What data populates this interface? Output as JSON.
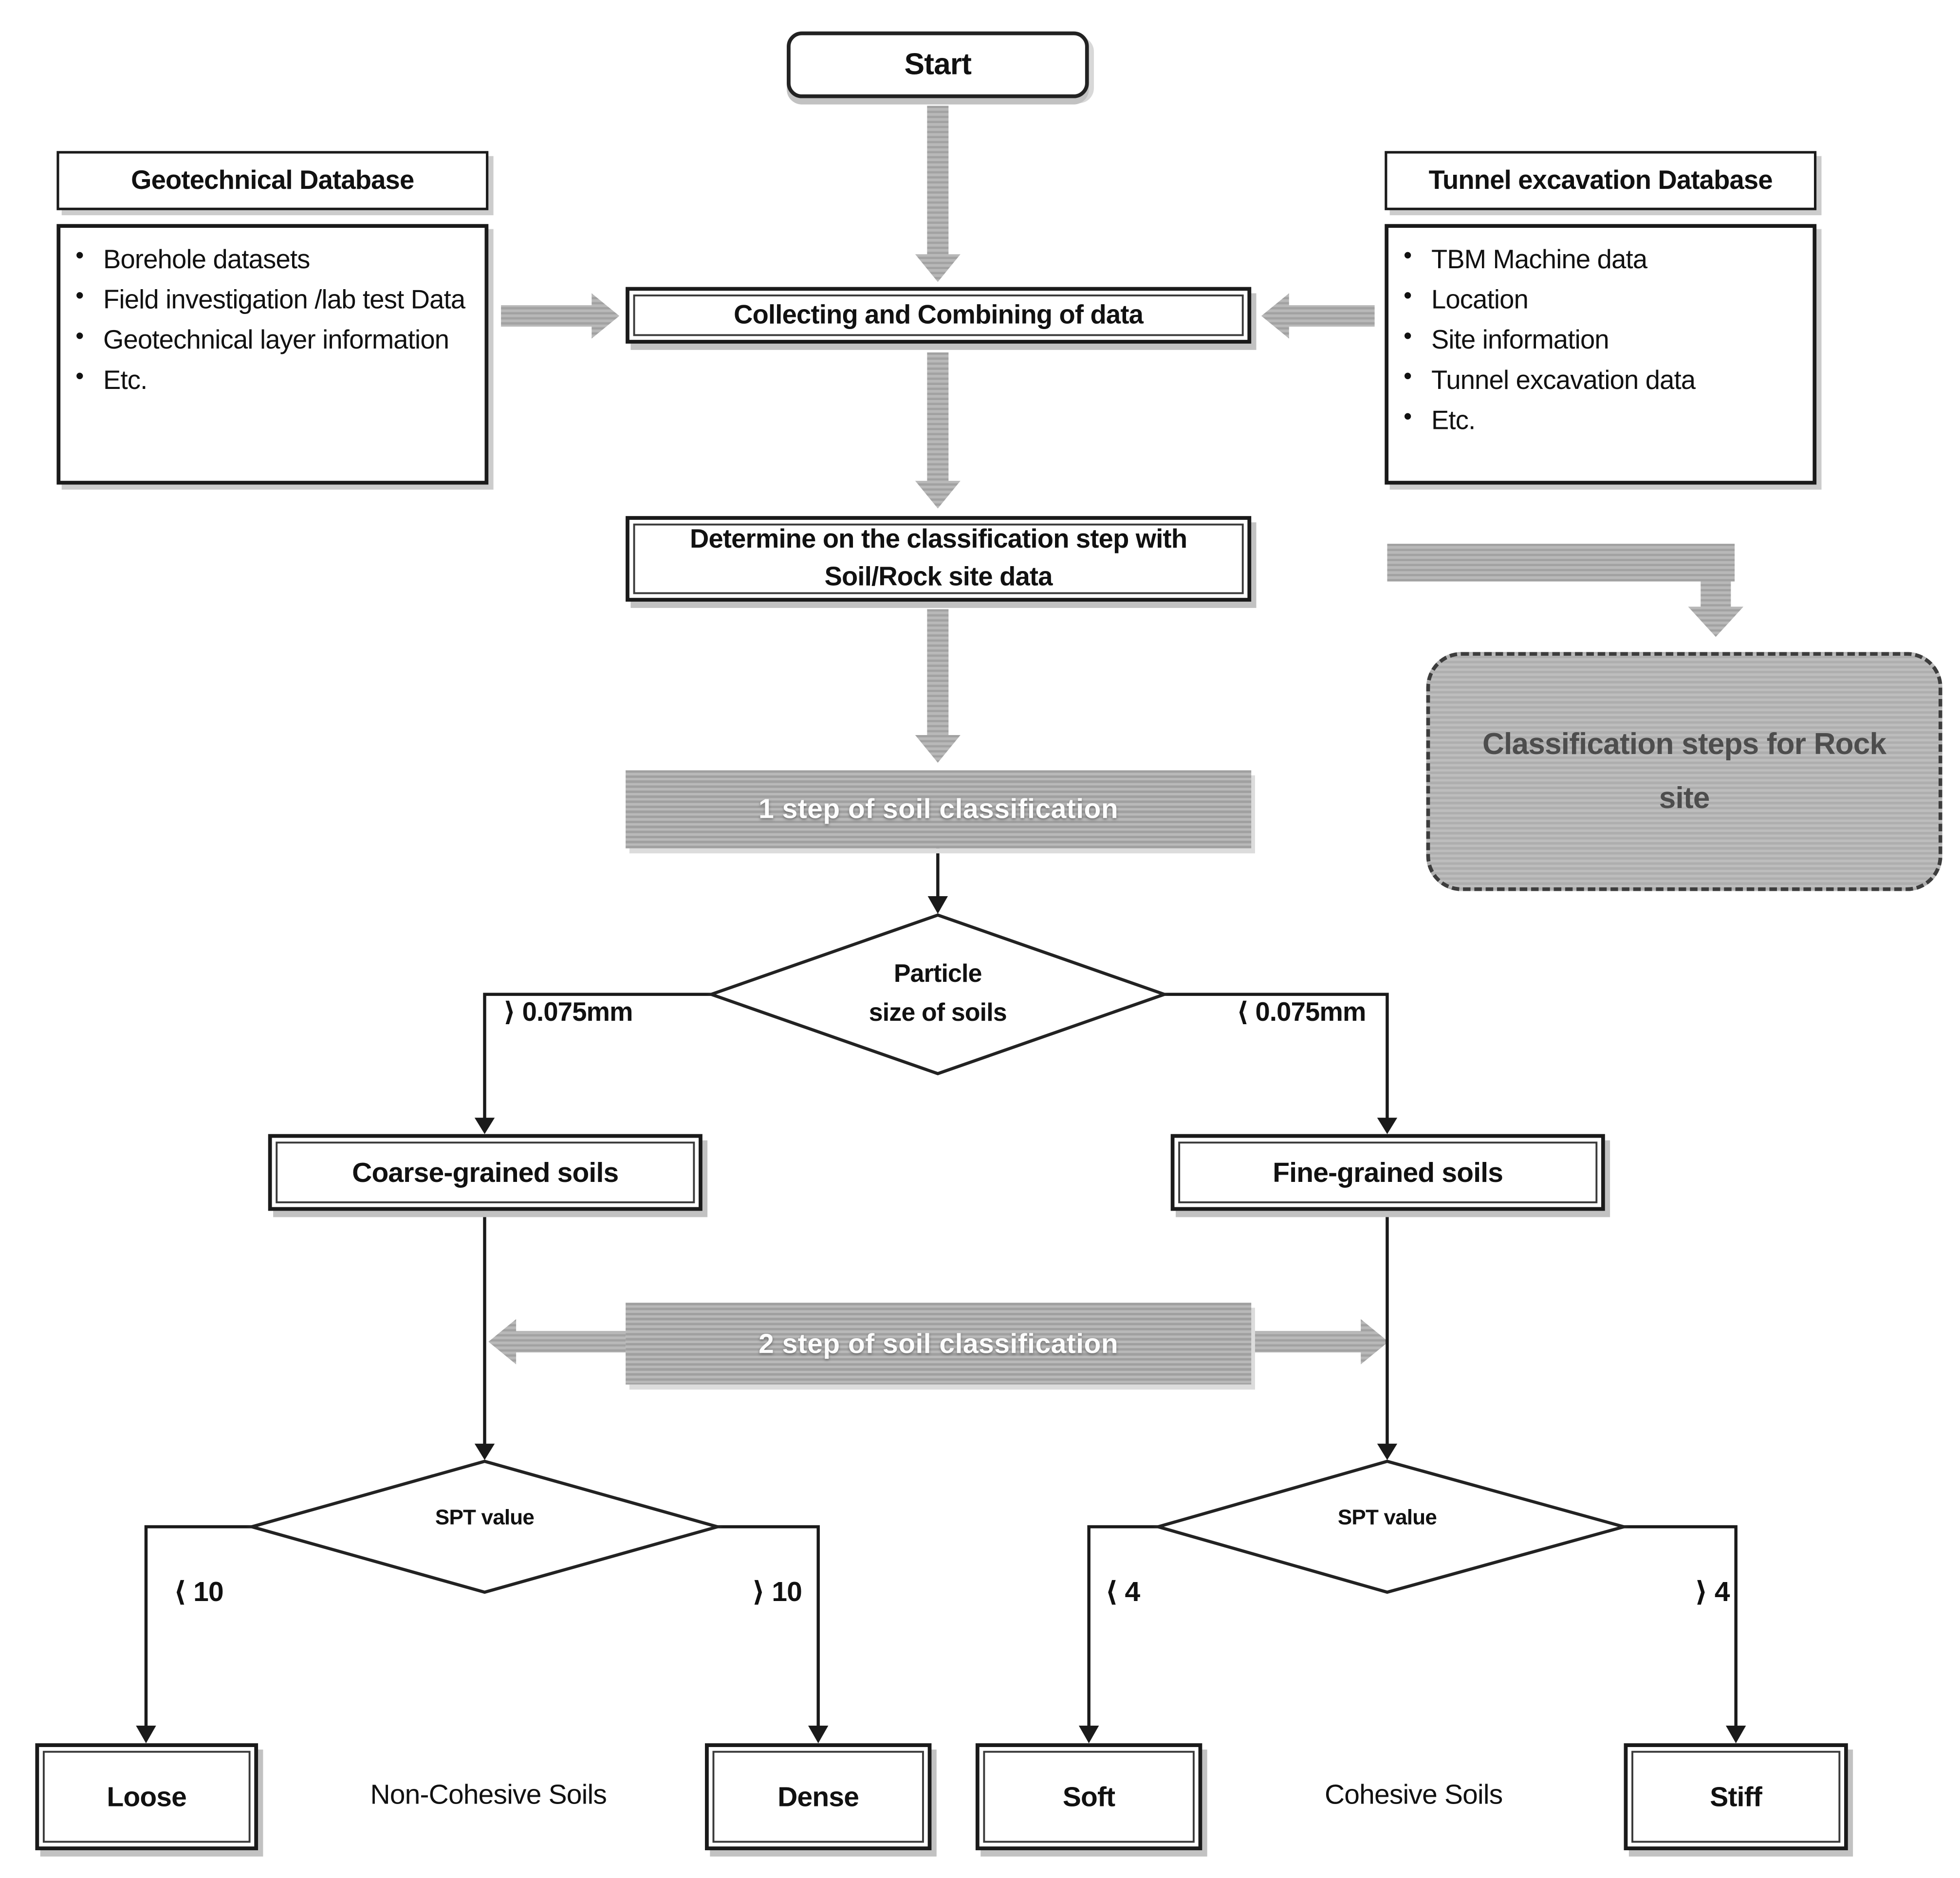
{
  "colors": {
    "line": "#1a1a1a",
    "gray_fill": "#ababab",
    "shadow": "#c2c2c2",
    "bar_text": "#fdfdfd",
    "rock_text": "#4d4d4d"
  },
  "flow": {
    "start": "Start",
    "db_left": {
      "title": "Geotechnical Database",
      "items": [
        "Borehole datasets",
        "Field investigation /lab test Data",
        "Geotechnical layer information",
        "Etc."
      ]
    },
    "db_right": {
      "title": "Tunnel excavation Database",
      "items": [
        "TBM Machine data",
        "Location",
        "Site information",
        "Tunnel excavation data",
        "Etc."
      ]
    },
    "collect": "Collecting and Combining of data",
    "determine": "Determine on the classification step with Soil/Rock site data",
    "step1": "1 step of soil classification",
    "rock_branch": "Classification steps for Rock site",
    "particle": {
      "line1": "Particle",
      "line2": "size of soils"
    },
    "branch_gt_0075": "⟩ 0.075mm",
    "branch_lt_0075": "⟨ 0.075mm",
    "coarse": "Coarse-grained soils",
    "fine": "Fine-grained soils",
    "step2": "2 step of soil classification",
    "spt_left": "SPT value",
    "spt_right": "SPT value",
    "branch_lt_10": "⟨ 10",
    "branch_gt_10": "⟩ 10",
    "branch_lt_4": "⟨ 4",
    "branch_gt_4": "⟩ 4",
    "loose": "Loose",
    "dense": "Dense",
    "soft": "Soft",
    "stiff": "Stiff",
    "non_cohesive": "Non-Cohesive Soils",
    "cohesive": "Cohesive Soils"
  }
}
